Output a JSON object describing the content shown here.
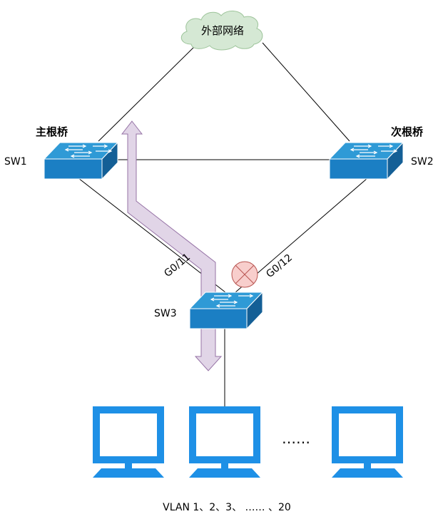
{
  "colors": {
    "link": "#000000",
    "switch_top": "#2f9ad6",
    "switch_front": "#1b7fc4",
    "switch_side": "#145f96",
    "switch_stroke": "#ffffff",
    "cloud_fill": "#d5e8d4",
    "cloud_stroke": "#9dc49a",
    "path_fill": "#e1d5e7",
    "path_stroke": "#9673a6",
    "block_fill": "#f8cecc",
    "block_stroke": "#b85450",
    "monitor": "#1e90e6"
  },
  "cloud": {
    "label": "外部网络",
    "icon": "cloud-icon"
  },
  "switches": {
    "sw1": {
      "name": "SW1",
      "role": "主根桥",
      "icon": "network-switch-icon"
    },
    "sw2": {
      "name": "SW2",
      "role": "次根桥",
      "icon": "network-switch-icon"
    },
    "sw3": {
      "name": "SW3",
      "icon": "network-switch-icon"
    }
  },
  "ports": {
    "forwarding": "G0/11",
    "blocked": "G0/12"
  },
  "blocked_marker": {
    "icon": "blocked-port-icon"
  },
  "traffic_path": {
    "icon": "bidirectional-arrow-icon"
  },
  "hosts": {
    "icon": "monitor-icon",
    "ellipsis": "……",
    "vlan_label": "VLAN 1、2、3、 …… 、20"
  }
}
